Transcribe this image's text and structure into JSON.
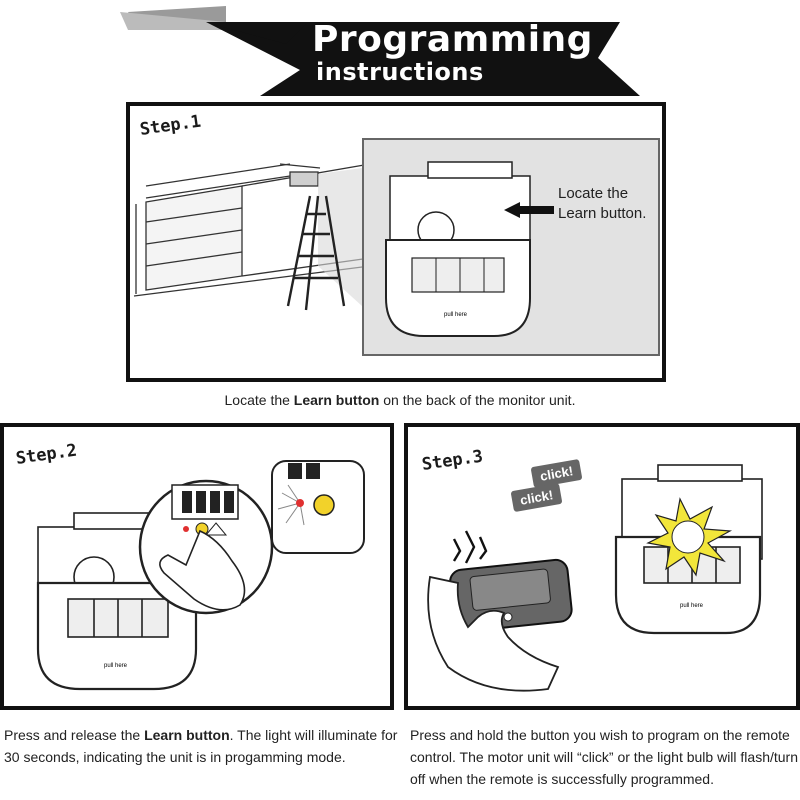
{
  "header": {
    "title": "Programming",
    "subtitle": "instructions"
  },
  "steps": [
    {
      "label": "Step.1",
      "callout": [
        "Locate the",
        "Learn button."
      ],
      "device_label": "pull here",
      "caption": {
        "before": "Locate the ",
        "bold": "Learn button",
        "after": " on the back of the monitor unit."
      }
    },
    {
      "label": "Step.2",
      "device_label": "pull here",
      "caption": {
        "before": "Press and release the ",
        "bold": "Learn button",
        "after": ". The light will illuminate for 30 seconds, indicating the unit is in progamming mode."
      }
    },
    {
      "label": "Step.3",
      "clicks": [
        "click!",
        "click!"
      ],
      "device_label": "pull here",
      "caption": {
        "text": "Press and hold the button you wish to program on the remote control. The motor unit will “click” or the light bulb will flash/turn off when the remote is successfully programmed."
      }
    }
  ],
  "colors": {
    "banner": "#111111",
    "zoom_background": "#e2e2e2",
    "led_red": "#e03030",
    "led_yellow": "#f2d22a",
    "click_tag": "#666666"
  },
  "icons": [
    "ladder-icon",
    "garage-door-icon",
    "opener-unit-icon",
    "arrow-icon",
    "hand-icon",
    "remote-icon",
    "flash-icon",
    "signal-icon"
  ]
}
